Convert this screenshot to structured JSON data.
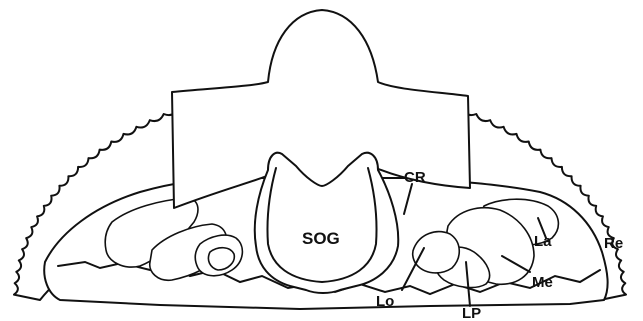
{
  "labels": {
    "sog": "SOG",
    "cr": "CR",
    "la": "La",
    "re": "Re",
    "me": "Me",
    "lo": "Lo",
    "lp": "LP"
  }
}
